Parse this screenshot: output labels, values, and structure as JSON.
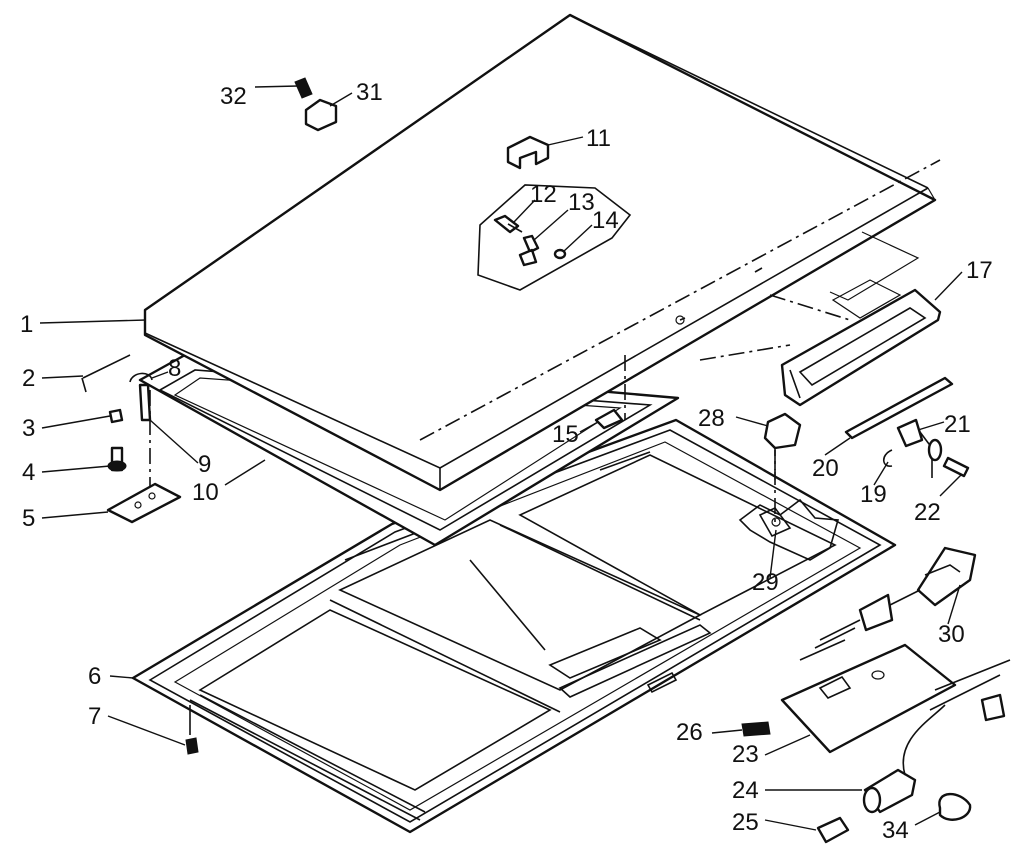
{
  "callouts": [
    "1",
    "2",
    "3",
    "4",
    "5",
    "6",
    "7",
    "8",
    "9",
    "10",
    "11",
    "12",
    "13",
    "14",
    "15",
    "17",
    "19",
    "20",
    "21",
    "22",
    "23",
    "24",
    "25",
    "26",
    "28",
    "29",
    "30",
    "31",
    "32",
    "34"
  ]
}
